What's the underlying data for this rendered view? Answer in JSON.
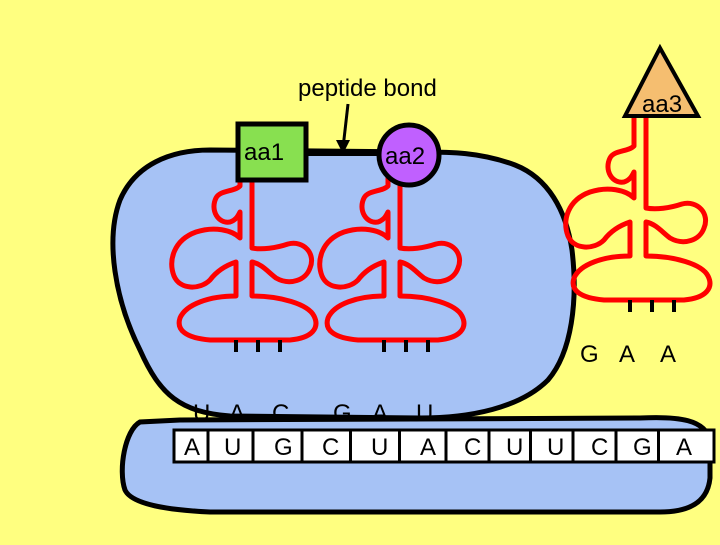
{
  "labels": {
    "peptide_bond": "peptide bond",
    "aa1": "aa1",
    "aa2": "aa2",
    "aa3": "aa3"
  },
  "anticodons": {
    "trna1": [
      "U",
      "A",
      "C"
    ],
    "trna2": [
      "G",
      "A",
      "U"
    ],
    "trna3": [
      "G",
      "A",
      "A"
    ]
  },
  "mrna": [
    "A",
    "U",
    "G",
    "C",
    "U",
    "A",
    "C",
    "U",
    "U",
    "C",
    "G",
    "A"
  ],
  "colors": {
    "background": "#ffff80",
    "ribosome": "#a6c2f5",
    "trna": "#ff0000",
    "aa1": "#88e050",
    "aa2": "#c060ff",
    "aa3": "#f5be70"
  }
}
